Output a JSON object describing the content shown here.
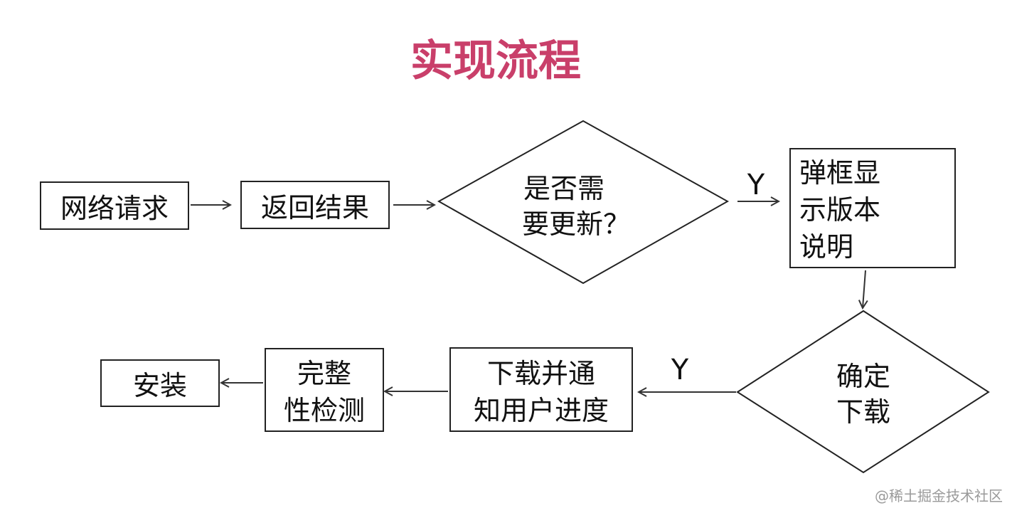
{
  "title": "实现流程",
  "colors": {
    "title": "#c93f6a",
    "stroke": "#222222",
    "arrow": "#333333",
    "watermark": "#9a9a9a"
  },
  "nodes": {
    "network_request": {
      "lines": [
        "网络请求"
      ]
    },
    "return_result": {
      "lines": [
        "返回结果"
      ]
    },
    "need_update": {
      "lines": [
        "是否需",
        "要更新？"
      ]
    },
    "show_dialog": {
      "lines": [
        "弹框显",
        "示版本",
        "说明"
      ]
    },
    "confirm_download": {
      "lines": [
        "确定",
        "下载"
      ]
    },
    "download_notify": {
      "lines": [
        "下载并通",
        "知用户进度"
      ]
    },
    "integrity_check": {
      "lines": [
        "完整",
        "性检测"
      ]
    },
    "install": {
      "lines": [
        "安装"
      ]
    }
  },
  "edge_labels": {
    "update_yes": "Y",
    "download_yes": "Y"
  },
  "watermark": "@稀土掘金技术社区"
}
